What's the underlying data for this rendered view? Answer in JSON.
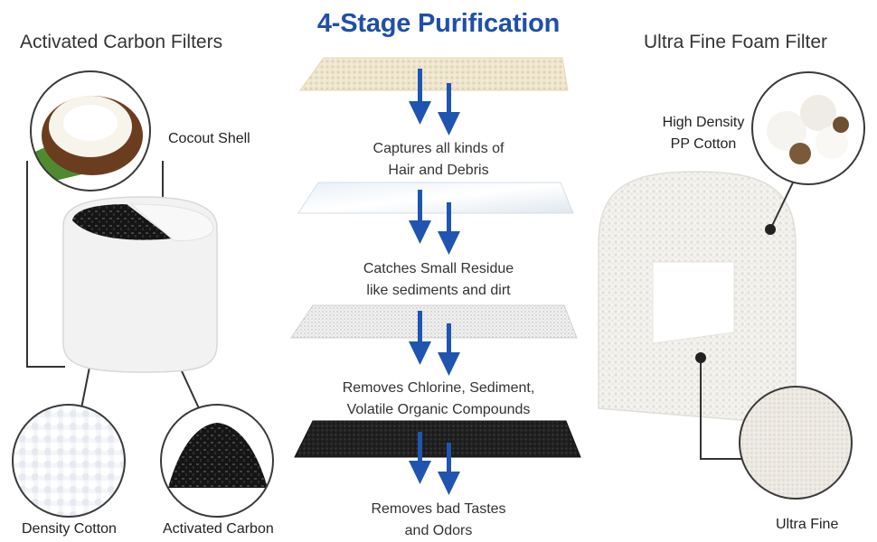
{
  "header": {
    "left_title": "Activated Carbon Filters",
    "center_title": "4-Stage Purification",
    "right_title": "Ultra Fine Foam Filter"
  },
  "stages": [
    {
      "line1": "Captures all kinds of",
      "line2": "Hair and Debris"
    },
    {
      "line1": "Catches Small Residue",
      "line2": "like sediments and dirt"
    },
    {
      "line1": "Removes Chlorine, Sediment,",
      "line2": "Volatile Organic Compounds"
    },
    {
      "line1": "Removes bad Tastes",
      "line2": "and Odors"
    }
  ],
  "left_labels": {
    "coconut": "Cocout Shell",
    "cotton": "Density Cotton",
    "carbon": "Activated Carbon"
  },
  "right_labels": {
    "pp_cotton_line1": "High Density",
    "pp_cotton_line2": "PP Cotton",
    "ultra_fine": "Ultra Fine"
  },
  "colors": {
    "title_blue": "#1f4fa8",
    "arrow_blue": "#1f55b0",
    "text": "#333333"
  },
  "icons": [
    "down-arrow-icon"
  ]
}
